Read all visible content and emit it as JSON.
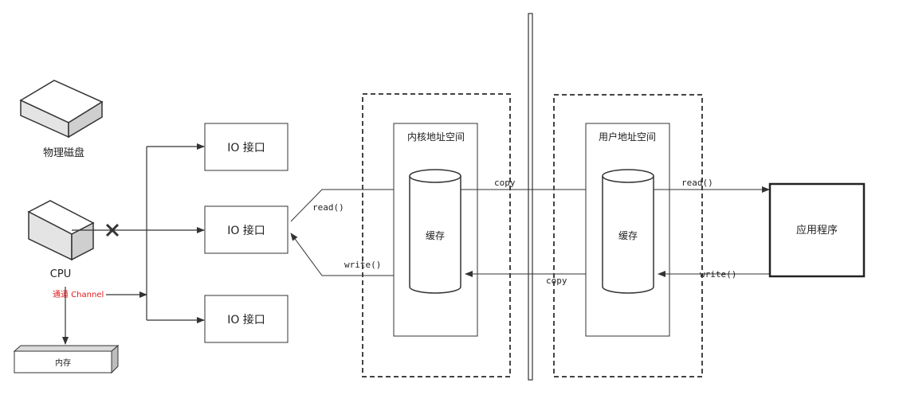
{
  "devices": {
    "disk_label": "物理磁盘",
    "cpu_label": "CPU",
    "channel_label": "通道 Channel",
    "memory_label": "内存"
  },
  "io_ports": [
    "IO 接口",
    "IO 接口",
    "IO 接口"
  ],
  "kernel": {
    "title": "内核地址空间",
    "cache": "缓存"
  },
  "user": {
    "title": "用户地址空间",
    "cache": "缓存"
  },
  "app": {
    "label": "应用程序"
  },
  "edges": {
    "read_left": "read()",
    "write_left": "write()",
    "copy_top": "copy",
    "copy_bottom": "copy",
    "read_right": "read()",
    "write_right": "write()"
  },
  "colors": {
    "line": "#333333",
    "channel_text": "#e01818",
    "dashed_border": "#444444"
  }
}
